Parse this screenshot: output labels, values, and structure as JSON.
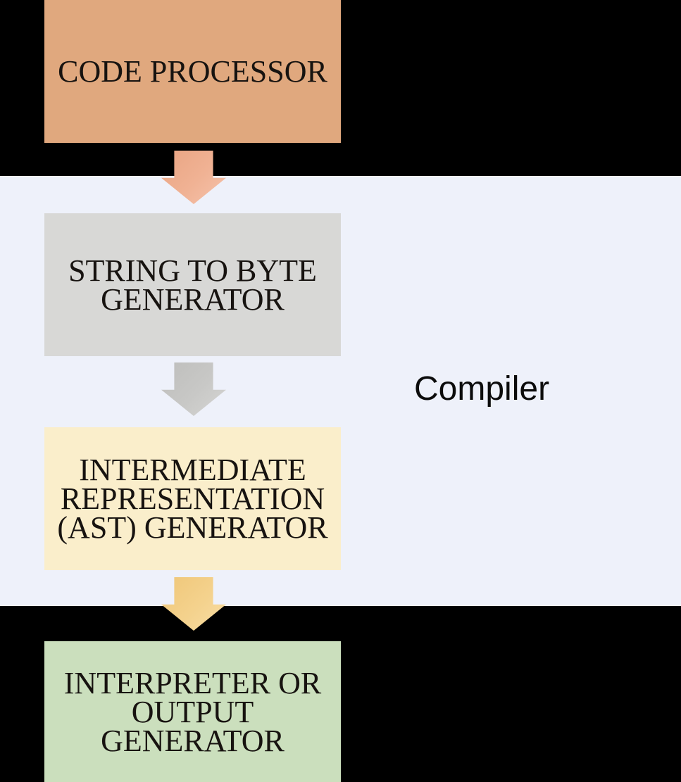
{
  "diagram": {
    "region_label": "Compiler",
    "nodes": [
      {
        "id": "code-processor",
        "label": "CODE PROCESSOR",
        "fill": "#e0a87e"
      },
      {
        "id": "string-to-byte-generator",
        "label": "STRING TO BYTE\nGENERATOR",
        "fill": "#d8d8d6"
      },
      {
        "id": "intermediate-representation-ast-generator",
        "label": "INTERMEDIATE\nREPRESENTATION\n(AST) GENERATOR",
        "fill": "#faeecb"
      },
      {
        "id": "interpreter-or-output-generator",
        "label": "INTERPRETER OR\nOUTPUT\nGENERATOR",
        "fill": "#cbdfbd"
      }
    ],
    "flow": [
      {
        "from": "code-processor",
        "to": "string-to-byte-generator",
        "arrow_color": "#eeae8f"
      },
      {
        "from": "string-to-byte-generator",
        "to": "intermediate-representation-ast-generator",
        "arrow_color": "#c8c8c6"
      },
      {
        "from": "intermediate-representation-ast-generator",
        "to": "interpreter-or-output-generator",
        "arrow_color": "#f4d28d"
      }
    ],
    "colors": {
      "background": "#000000",
      "compiler_region": "#eef1fa",
      "node_text": "#171310",
      "region_label_text": "#0c0c0c"
    }
  }
}
